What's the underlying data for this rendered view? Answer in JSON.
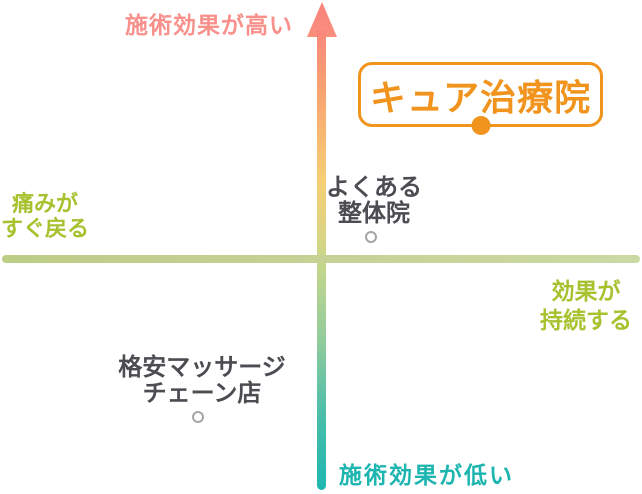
{
  "diagram": {
    "type": "positioning-map-2x2",
    "background": "#ffffff"
  },
  "axis_labels": {
    "top": {
      "text": "施術効果が高い",
      "color": "#f9908b"
    },
    "bottom": {
      "text": "施術効果が低い",
      "color": "#1cb5af"
    },
    "left": {
      "line1": "痛みが",
      "line2": "すぐ戻る",
      "color": "#a6c22f"
    },
    "right": {
      "line1": "効果が",
      "line2": "持続する",
      "color": "#a6c22f"
    }
  },
  "highlight": {
    "label": "キュア治療院",
    "border_color": "#f0941e",
    "text_color": "#f0941e",
    "dot_color": "#f0941e"
  },
  "competitors": [
    {
      "line1": "よくある",
      "line2": "整体院",
      "color": "#4c4c52"
    },
    {
      "line1": "格安マッサージ",
      "line2": "チェーン店",
      "color": "#4c4c52"
    }
  ],
  "axis_style": {
    "vertical_gradient": [
      "#f9867c",
      "#f6cf74",
      "#c9d78b",
      "#1eb7b1"
    ],
    "horizontal_color": "#c4d193",
    "marker_ring_color": "#4c4c52"
  }
}
